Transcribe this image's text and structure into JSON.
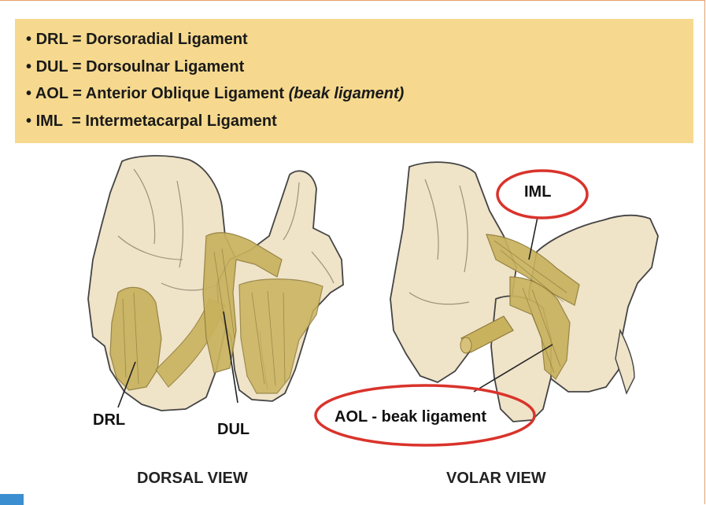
{
  "legend": [
    {
      "abbr": "DRL",
      "text": "Dorsoradial Ligament",
      "note": ""
    },
    {
      "abbr": "DUL",
      "text": "Dorsoulnar Ligament",
      "note": ""
    },
    {
      "abbr": "AOL",
      "text": "Anterior Oblique Ligament",
      "note": "(beak ligament)"
    },
    {
      "abbr": "IML",
      "text": "Intermetacarpal Ligament",
      "note": ""
    }
  ],
  "legend_separator": "=",
  "labels": {
    "drl": "DRL",
    "dul": "DUL",
    "iml": "IML",
    "aol": "AOL - beak ligament"
  },
  "views": {
    "dorsal": "DORSAL VIEW",
    "volar": "VOLAR VIEW"
  },
  "colors": {
    "legend_bg": "#f6d98e",
    "frame": "#e8a16a",
    "bone": "#efe3c8",
    "ligament": "#c9b25e",
    "highlight": "#d9332b",
    "fig_tab": "#3b8fd0"
  }
}
